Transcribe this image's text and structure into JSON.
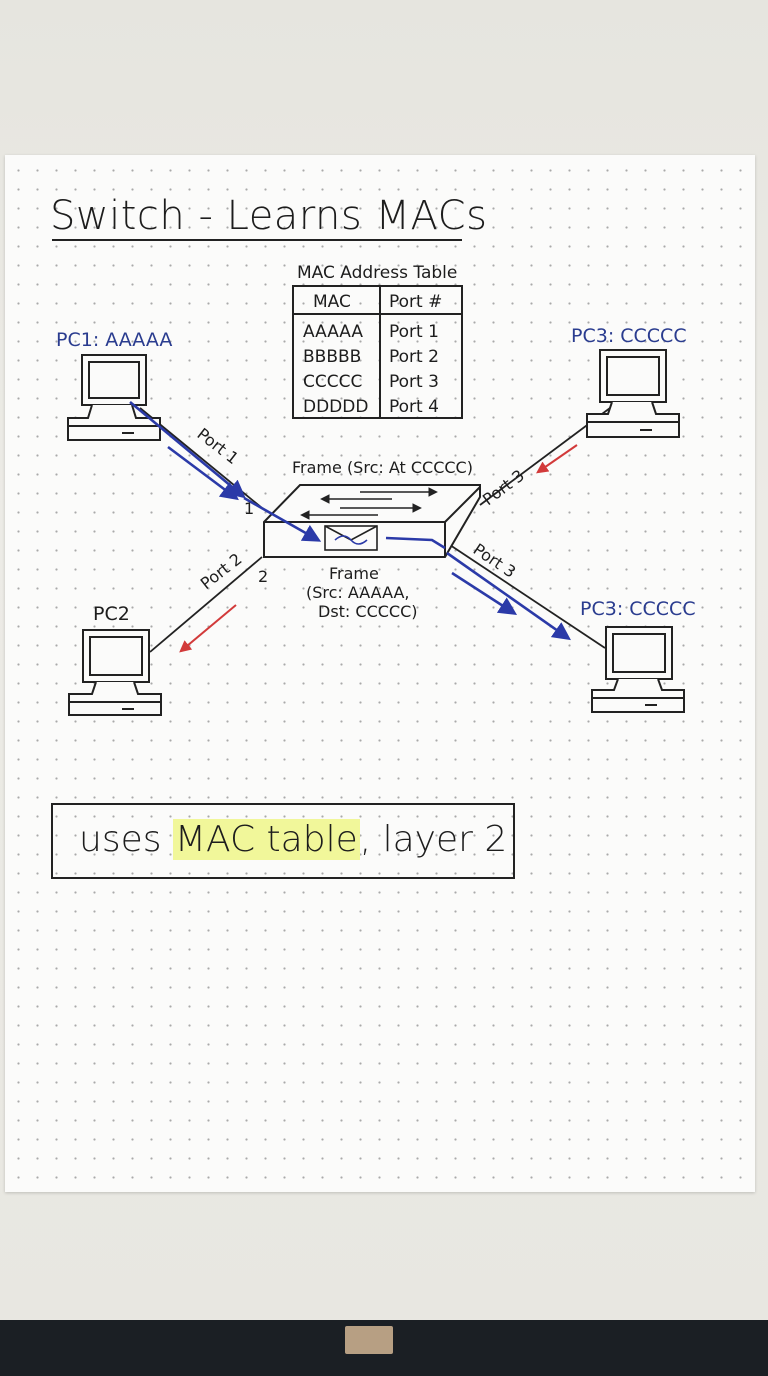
{
  "title": "Switch - Learns MACs",
  "mac_table": {
    "caption": "MAC Address Table",
    "headers": [
      "MAC",
      "Port #"
    ],
    "rows": [
      [
        "AAAAA",
        "Port 1"
      ],
      [
        "BBBBB",
        "Port 2"
      ],
      [
        "CCCCC",
        "Port 3"
      ],
      [
        "DDDDD",
        "Port 4"
      ]
    ]
  },
  "hosts": {
    "pc1": "PC1: AAAAA",
    "pc2": "PC2",
    "pc3_top": "PC3: CCCCC",
    "pc3_bottom": "PC3: CCCCC"
  },
  "links": {
    "port1": "Port 1",
    "port2": "Port 2",
    "port3_top": "Port 3",
    "port3_bottom": "Port 3",
    "num1": "1",
    "num2": "2"
  },
  "frames": {
    "top": "Frame (Src: At CCCCC)",
    "bottom_line1": "Frame",
    "bottom_line2": "(Src: AAAAA,",
    "bottom_line3": "Dst: CCCCC)"
  },
  "summary": {
    "before": "uses ",
    "highlight": "MAC table",
    "after": ", layer 2"
  },
  "colors": {
    "ink": "#1d1d1d",
    "blue_ink": "#2a3c8f",
    "arrow_blue": "#2b3aa8",
    "arrow_red": "#d23a3a",
    "highlight": "#f1f79a"
  }
}
